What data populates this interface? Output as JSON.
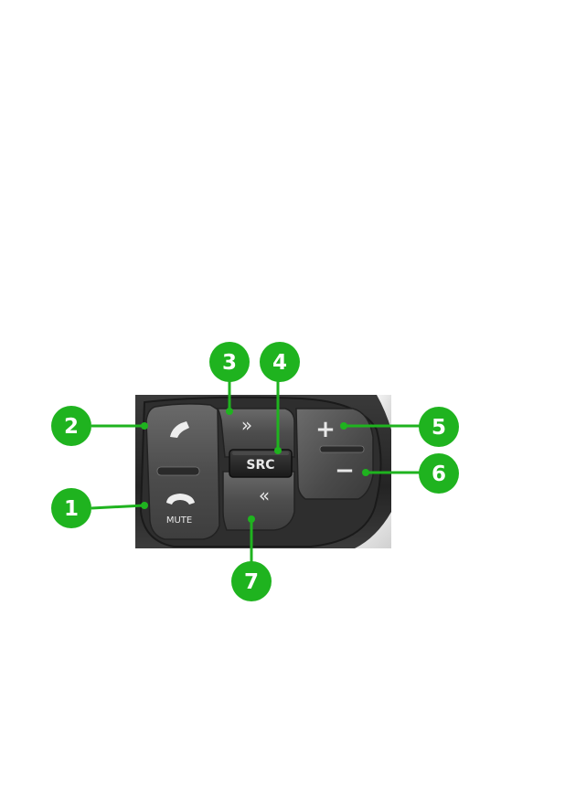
{
  "panel": {
    "mute_label": "MUTE",
    "src_label": "SRC",
    "next_glyph": "»",
    "prev_glyph": "«",
    "plus_glyph": "+",
    "minus_glyph": "−"
  },
  "callouts": [
    {
      "id": "1",
      "label": "1"
    },
    {
      "id": "2",
      "label": "2"
    },
    {
      "id": "3",
      "label": "3"
    },
    {
      "id": "4",
      "label": "4"
    },
    {
      "id": "5",
      "label": "5"
    },
    {
      "id": "6",
      "label": "6"
    },
    {
      "id": "7",
      "label": "7"
    }
  ],
  "colors": {
    "callout_green": "#1fb31f",
    "panel_dark": "#2b2b2b",
    "button_gray": "#555555"
  }
}
